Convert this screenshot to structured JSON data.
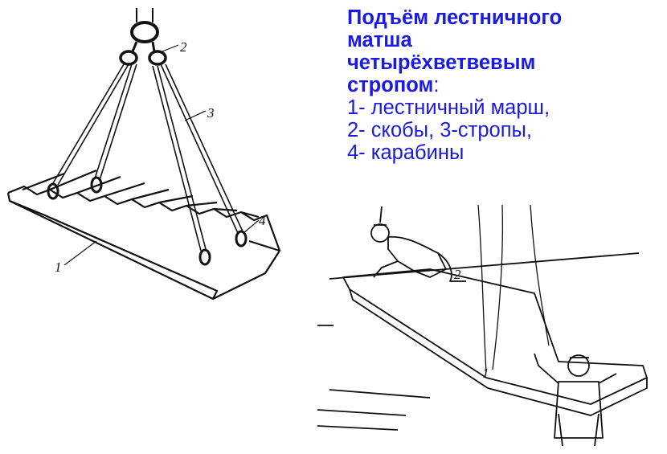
{
  "caption": {
    "title_lines": [
      "Подъём лестничного",
      "матша",
      "четырёхветвевым",
      "стропом"
    ],
    "colon": ":",
    "items": [
      "1- лестничный марш,",
      "2- скобы, 3-стропы,",
      "4- карабины"
    ]
  },
  "callouts": {
    "stair": "1",
    "shackle": "2",
    "sling": "3",
    "carabiner": "4",
    "slab_hook_a": "1",
    "slab_hook_b": "2"
  },
  "colors": {
    "caption": "#1a1ae0",
    "line": "#111111"
  }
}
